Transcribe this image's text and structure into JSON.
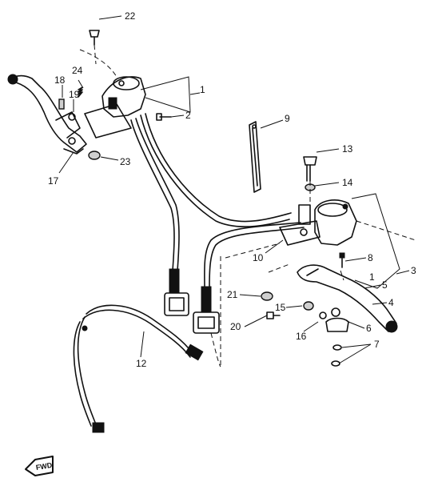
{
  "callouts": [
    {
      "id": "c22",
      "text": "22"
    },
    {
      "id": "c1a",
      "text": "1"
    },
    {
      "id": "c24",
      "text": "24"
    },
    {
      "id": "c18",
      "text": "18"
    },
    {
      "id": "c19",
      "text": "19"
    },
    {
      "id": "c2",
      "text": "2"
    },
    {
      "id": "c23",
      "text": "23"
    },
    {
      "id": "c17",
      "text": "17"
    },
    {
      "id": "c9",
      "text": "9"
    },
    {
      "id": "c13",
      "text": "13"
    },
    {
      "id": "c14",
      "text": "14"
    },
    {
      "id": "c10",
      "text": "10"
    },
    {
      "id": "c8",
      "text": "8"
    },
    {
      "id": "c3",
      "text": "3"
    },
    {
      "id": "c1b",
      "text": "1"
    },
    {
      "id": "c5",
      "text": "5"
    },
    {
      "id": "c4",
      "text": "4"
    },
    {
      "id": "c6",
      "text": "6"
    },
    {
      "id": "c7",
      "text": "7"
    },
    {
      "id": "c21",
      "text": "21"
    },
    {
      "id": "c15",
      "text": "15"
    },
    {
      "id": "c20",
      "text": "20"
    },
    {
      "id": "c16",
      "text": "16"
    },
    {
      "id": "c12",
      "text": "12"
    }
  ],
  "badge": {
    "text": "FWD",
    "icon": "forward-arrow-icon"
  }
}
